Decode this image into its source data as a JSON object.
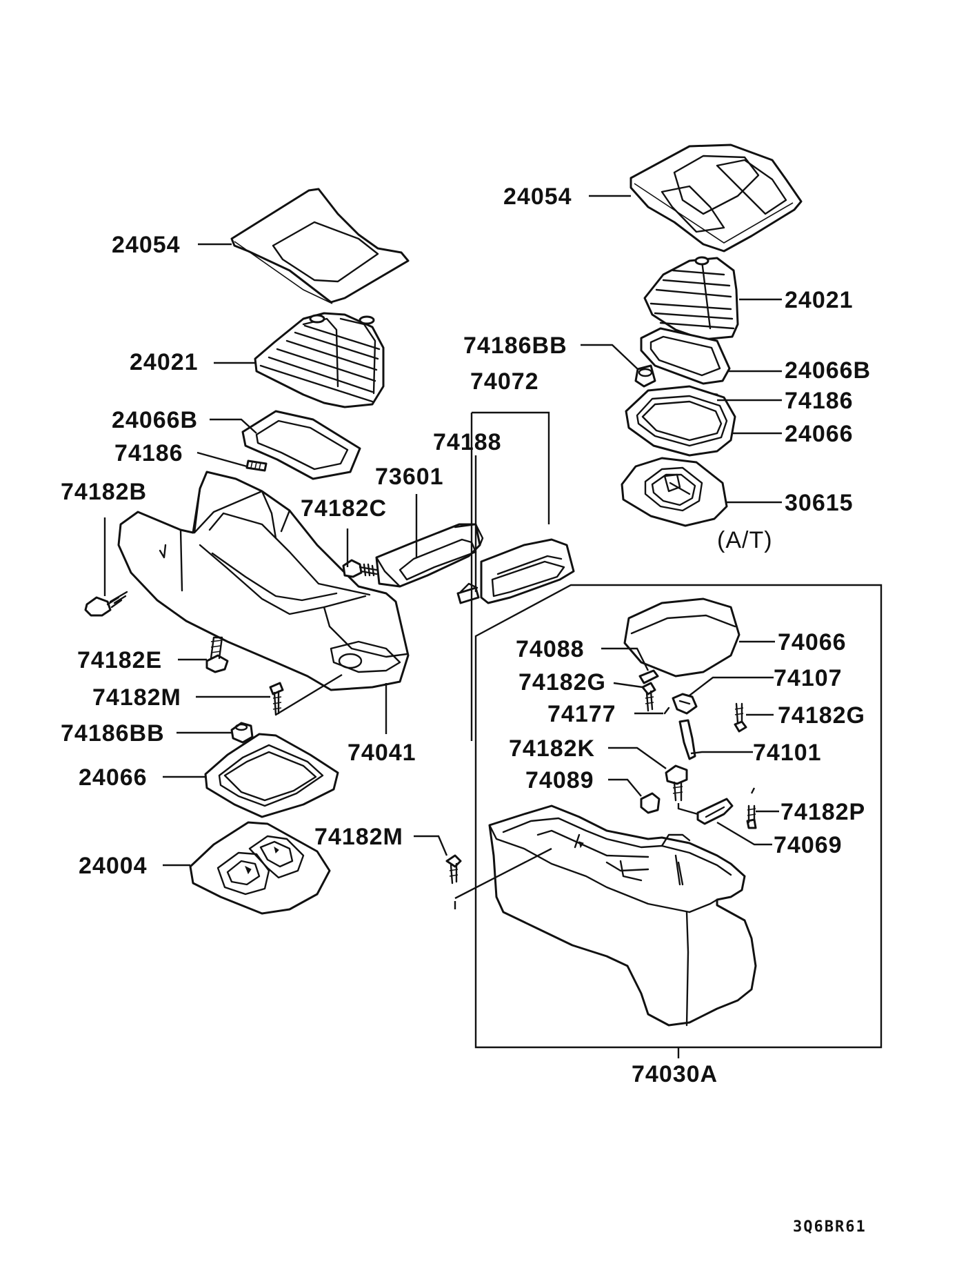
{
  "diagram": {
    "callouts": {
      "c24054_right": "24054",
      "c24021_right": "24021",
      "c74186bb_top": "74186BB",
      "c24066b_right": "24066B",
      "c74072": "74072",
      "c74186_right": "74186",
      "c24066_right": "24066",
      "c74188": "74188",
      "c30615": "30615",
      "at_note": "(A/T)",
      "c24054_left": "24054",
      "c24021_left": "24021",
      "c24066b_left": "24066B",
      "c74186_left": "74186",
      "c73601": "73601",
      "c74182b": "74182B",
      "c74182c": "74182C",
      "c74182e": "74182E",
      "c74182m_left": "74182M",
      "c74186bb_left": "74186BB",
      "c74041": "74041",
      "c24066_left": "24066",
      "c24004": "24004",
      "c74182m_mid": "74182M",
      "c74088": "74088",
      "c74066": "74066",
      "c74182g_left": "74182G",
      "c74107": "74107",
      "c74177": "74177",
      "c74182g_right": "74182G",
      "c74182k": "74182K",
      "c74101": "74101",
      "c74089": "74089",
      "c74182p": "74182P",
      "c74069": "74069",
      "c74030a": "74030A"
    },
    "drawing_code": "3Q6BR61"
  }
}
